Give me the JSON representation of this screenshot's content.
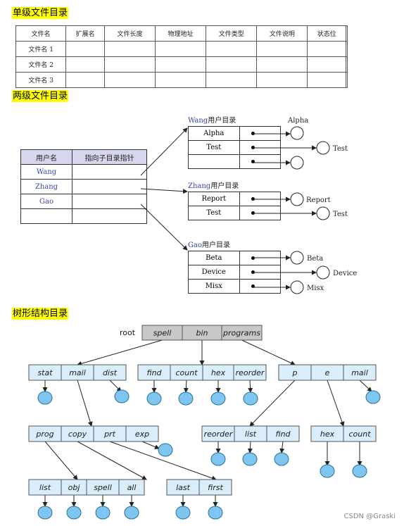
{
  "section1": {
    "heading": "单级文件目录",
    "headers": [
      "文件名",
      "扩展名",
      "文件长度",
      "物理地址",
      "文件类型",
      "文件说明",
      "状态位",
      ""
    ],
    "rows": [
      "文件名 1",
      "文件名 2",
      "文件名 3"
    ]
  },
  "section2": {
    "heading": "两级文件目录",
    "mfd": {
      "headers": [
        "用户名",
        "指向子目录指针"
      ],
      "users": [
        "Wang",
        "Zhang",
        "Gao",
        ""
      ]
    },
    "ufds": [
      {
        "user": "Wang",
        "suffix": "用户目录",
        "entries": [
          "Alpha",
          "Test",
          ""
        ],
        "targets": [
          "Alpha",
          "Test",
          ""
        ]
      },
      {
        "user": "Zhang",
        "suffix": "用户目录",
        "entries": [
          "Report",
          "Test"
        ],
        "targets": [
          "Report",
          "Test"
        ]
      },
      {
        "user": "Gao",
        "suffix": "用户目录",
        "entries": [
          "Beta",
          "Device",
          "Misx"
        ],
        "targets": [
          "Beta",
          "Device",
          "Misx"
        ]
      }
    ]
  },
  "section3": {
    "heading": "树形结构目录",
    "root_label": "root",
    "groups": [
      {
        "id": "root",
        "cells": [
          "spell",
          "bin",
          "programs"
        ],
        "fill": "#c8c8c8"
      },
      {
        "id": "g1",
        "cells": [
          "stat",
          "mail",
          "dist"
        ],
        "fill": "#d9eefa"
      },
      {
        "id": "g2",
        "cells": [
          "find",
          "count",
          "hex",
          "reorder"
        ],
        "fill": "#d9eefa"
      },
      {
        "id": "g3",
        "cells": [
          "p",
          "e",
          "mail"
        ],
        "fill": "#d9eefa"
      },
      {
        "id": "g4",
        "cells": [
          "prog",
          "copy",
          "prt",
          "exp"
        ],
        "fill": "#d9eefa"
      },
      {
        "id": "g5",
        "cells": [
          "reorder",
          "list",
          "find"
        ],
        "fill": "#d9eefa"
      },
      {
        "id": "g6",
        "cells": [
          "hex",
          "count"
        ],
        "fill": "#d9eefa"
      },
      {
        "id": "g7",
        "cells": [
          "list",
          "obj",
          "spell",
          "all"
        ],
        "fill": "#d9eefa"
      },
      {
        "id": "g8",
        "cells": [
          "last",
          "first"
        ],
        "fill": "#d9eefa"
      }
    ],
    "leaf_color": "#7ec6ef"
  },
  "credit": "CSDN @Graski"
}
